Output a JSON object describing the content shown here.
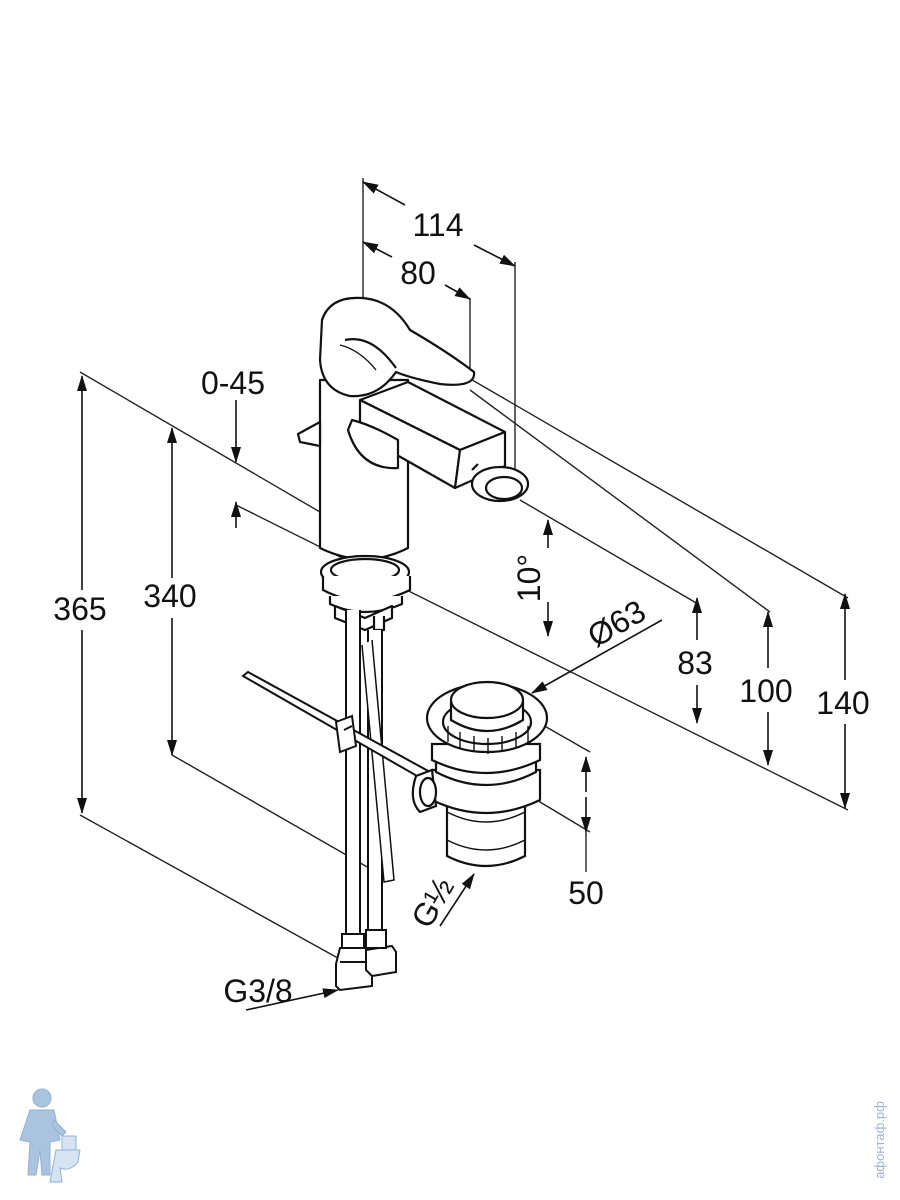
{
  "diagram": {
    "dimensions": {
      "d114": "114",
      "d80": "80",
      "d0_45": "0-45",
      "d365": "365",
      "d340": "340",
      "d10deg": "10°",
      "d63": "Ø63",
      "d83": "83",
      "d100": "100",
      "d140": "140",
      "d50": "50",
      "g12": "G½",
      "g38": "G3/8"
    }
  },
  "watermark": {
    "text": "афонтаф.рф"
  }
}
